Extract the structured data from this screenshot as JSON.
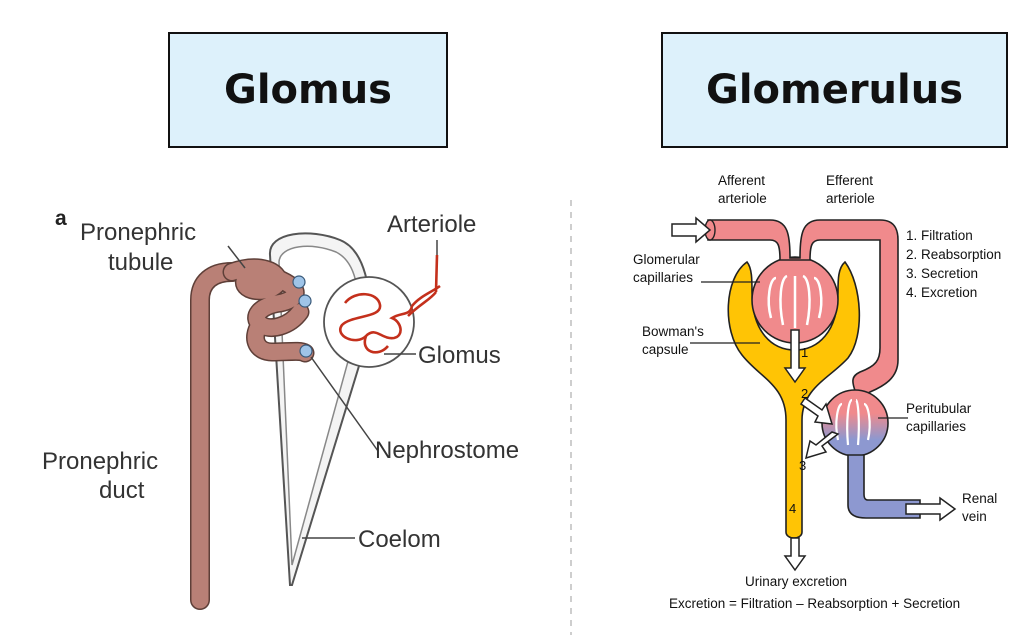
{
  "titles": {
    "left": "Glomus",
    "right": "Glomerulus"
  },
  "left_diagram": {
    "panel_letter": "a",
    "labels": {
      "tubule_1": "Pronephric",
      "tubule_2": "tubule",
      "arteriole": "Arteriole",
      "glomus": "Glomus",
      "nephrostome": "Nephrostome",
      "duct_1": "Pronephric",
      "duct_2": "duct",
      "coelom": "Coelom"
    }
  },
  "right_diagram": {
    "labels": {
      "afferent_1": "Afferent",
      "afferent_2": "arteriole",
      "efferent_1": "Efferent",
      "efferent_2": "arteriole",
      "glomerular_1": "Glomerular",
      "glomerular_2": "capillaries",
      "bowman_1": "Bowman's",
      "bowman_2": "capsule",
      "peritubular_1": "Peritubular",
      "peritubular_2": "capillaries",
      "renal_1": "Renal",
      "renal_2": "vein",
      "urinary": "Urinary excretion",
      "equation": "Excretion = Filtration – Reabsorption + Secretion"
    },
    "steps": [
      "1. Filtration",
      "2. Reabsorption",
      "3. Secretion",
      "4. Excretion"
    ],
    "numbers": [
      "1",
      "2",
      "3",
      "4"
    ]
  },
  "colors": {
    "vessel": "#f08a8c",
    "vein": "#8d98d0",
    "capsule": "#ffc405",
    "tubule_brown": "#b98076",
    "title_bg": "#ddf1fb"
  }
}
